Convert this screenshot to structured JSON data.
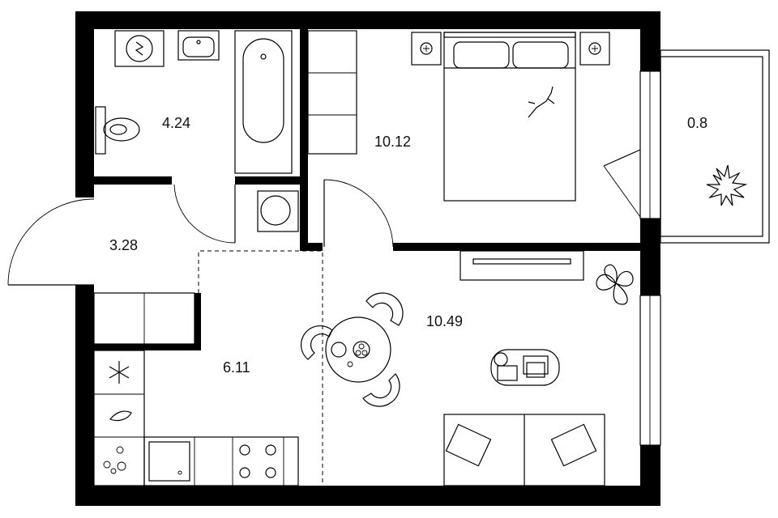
{
  "plan": {
    "rooms": [
      {
        "id": "bathroom",
        "area": "4.24"
      },
      {
        "id": "bedroom",
        "area": "10.12"
      },
      {
        "id": "balcony",
        "area": "0.8"
      },
      {
        "id": "hallway",
        "area": "3.28"
      },
      {
        "id": "kitchen",
        "area": "6.11"
      },
      {
        "id": "living-room",
        "area": "10.49"
      }
    ]
  }
}
